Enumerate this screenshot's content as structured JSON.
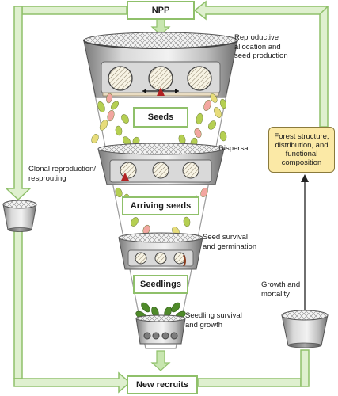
{
  "boxes": {
    "npp": "NPP",
    "seeds": "Seeds",
    "arriving_seeds": "Arriving seeds",
    "seedlings": "Seedlings",
    "new_recruits": "New recruits"
  },
  "stage_notes": {
    "reproductive": [
      "Reproductive",
      "allocation and",
      "seed production"
    ],
    "dispersal": [
      "Dispersal"
    ],
    "survival_germination": [
      "Seed survival",
      "and germination"
    ],
    "seedling_survival": [
      "Seedling survival",
      "and growth"
    ]
  },
  "side_notes": {
    "clonal": [
      "Clonal reproduction/",
      "resprouting"
    ],
    "growth_mortality": [
      "Growth and",
      "mortality"
    ]
  },
  "forest_box": [
    "Forest structure,",
    "distribution, and",
    "functional",
    "composition"
  ],
  "colors": {
    "flow_arrow": "#c8e6b0",
    "flow_arrow_border": "#8fc06a",
    "funnel_metal": "#b9b9b9",
    "funnel_dark": "#6f6f6f",
    "forest_box_fill": "#fbe9a6",
    "seed_green": "#b5cf52",
    "seed_pink": "#f2a6a0",
    "seed_yellow": "#e7dc7a",
    "marker_red": "#b22222"
  }
}
